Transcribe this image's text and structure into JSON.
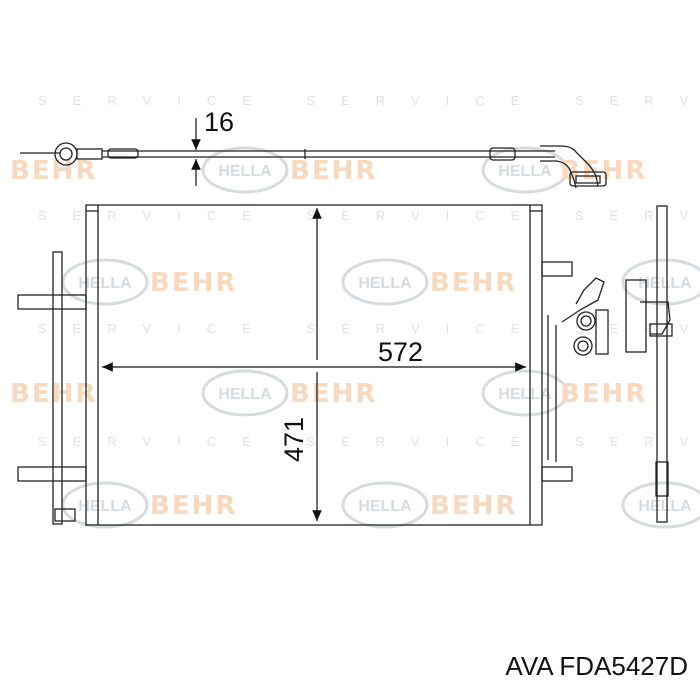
{
  "watermark": {
    "brand": "BEHR",
    "logo": "HELLA",
    "service": "SERVICE"
  },
  "dimensions": {
    "thickness": "16",
    "width": "572",
    "height": "471"
  },
  "caption": "AVA FDA5427D"
}
